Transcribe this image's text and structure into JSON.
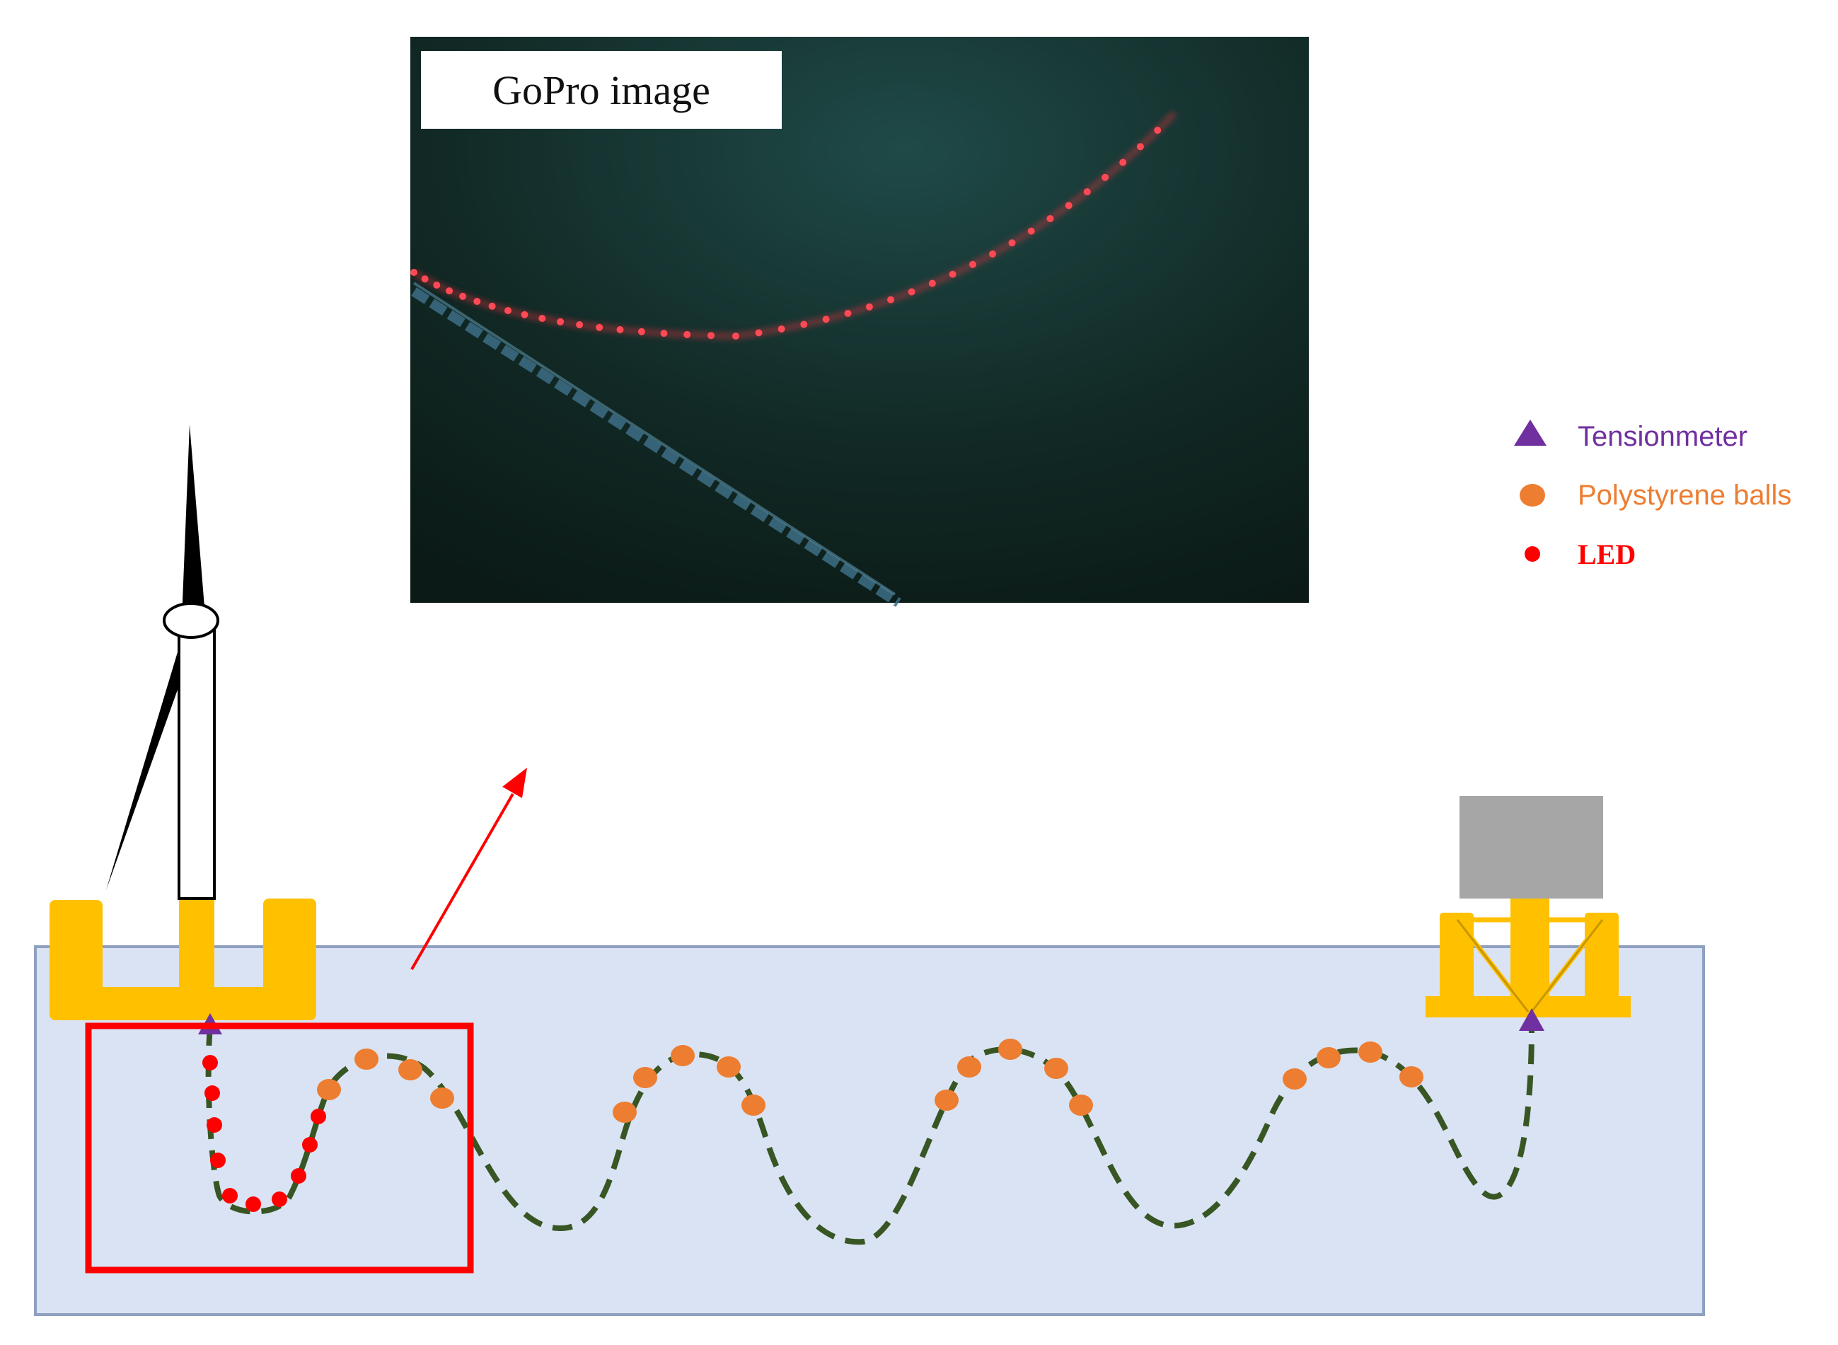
{
  "photo": {
    "label": "GoPro image"
  },
  "legend": {
    "items": [
      {
        "label": "Tensionmeter",
        "marker": "triangle",
        "color": "#7030a0"
      },
      {
        "label": "Polystyrene balls",
        "marker": "circle",
        "color": "#ed7d31"
      },
      {
        "label": "LED",
        "marker": "dot",
        "color": "#ff0000"
      }
    ]
  },
  "colors": {
    "water": "#dae3f3",
    "water_border": "#8fa0c0",
    "platform": "#ffc000",
    "mooring_line": "#375623",
    "highlight_box": "#ff0000",
    "arrow": "#ff0000",
    "turbine_blade": "#000000",
    "tower": "#ffffff",
    "fairlead_block": "#a6a6a6",
    "led": "#ff0000",
    "ball": "#ed7d31",
    "tensionmeter": "#7030a0"
  }
}
